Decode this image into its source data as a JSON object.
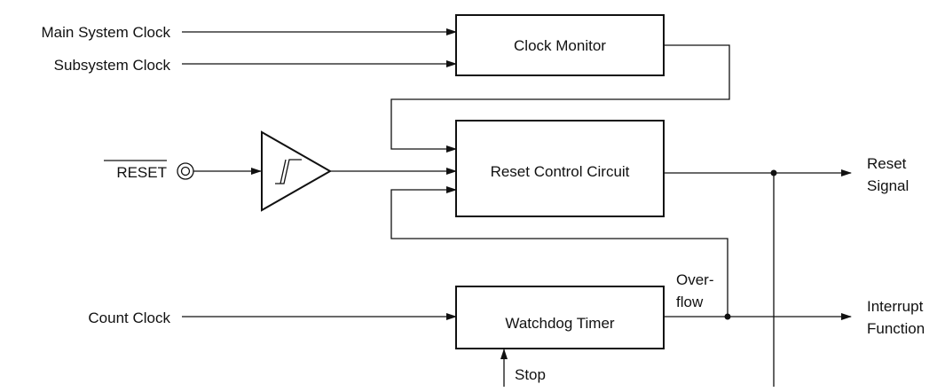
{
  "inputs": {
    "main_system_clock": "Main System Clock",
    "subsystem_clock": "Subsystem Clock",
    "reset_pin": "RESET",
    "count_clock": "Count Clock"
  },
  "blocks": {
    "clock_monitor": "Clock Monitor",
    "reset_control_circuit": "Reset Control Circuit",
    "watchdog_timer": "Watchdog Timer"
  },
  "signals": {
    "overflow_line1": "Over-",
    "overflow_line2": "flow",
    "stop": "Stop"
  },
  "outputs": {
    "reset_signal_line1": "Reset",
    "reset_signal_line2": "Signal",
    "interrupt_line1": "Interrupt",
    "interrupt_line2": "Function"
  }
}
